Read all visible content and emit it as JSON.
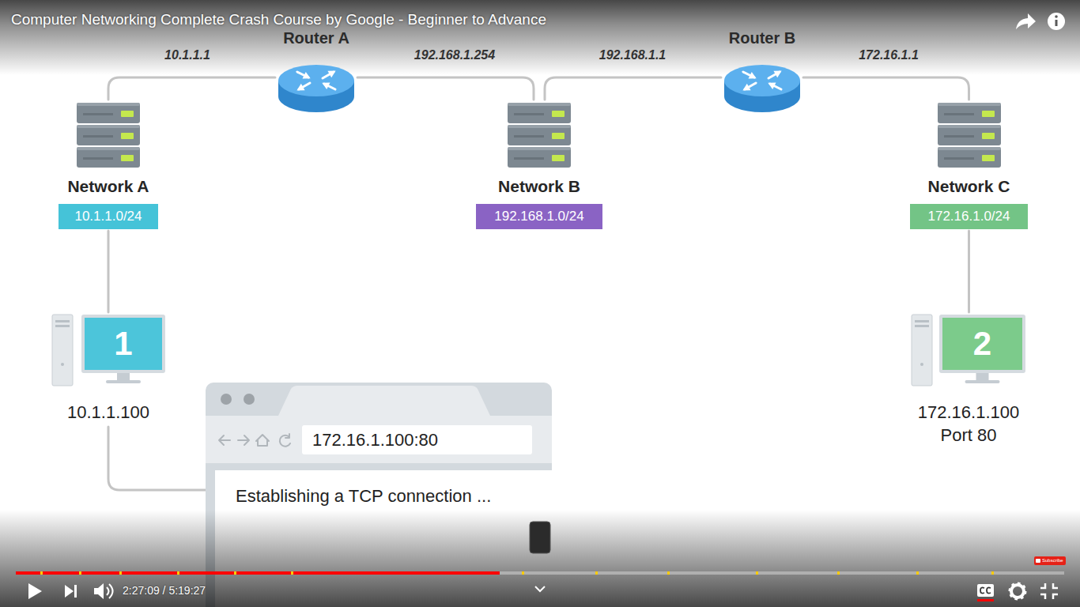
{
  "diagram": {
    "title": "Computer Networking Complete Crash Course by Google - Beginner to Advance",
    "nodes": [
      {
        "text": [
          "Router A"
        ]
      },
      {
        "text": [
          "Router B"
        ]
      },
      {
        "text": [
          "Network A",
          "10.1.1.0/24"
        ]
      },
      {
        "text": [
          "Network B",
          "192.168.1.0/24"
        ]
      },
      {
        "text": [
          "Network C",
          "172.16.1.0/24"
        ]
      },
      {
        "text": [
          "1",
          "10.1.1.100"
        ]
      },
      {
        "text": [
          "2",
          "172.16.1.100",
          "Port 80"
        ]
      },
      {
        "text": [
          "172.16.1.100:80",
          "Establishing a TCP connection ..."
        ]
      }
    ],
    "edges": [
      {
        "from": 2,
        "to": 0,
        "arrow": "none",
        "label": "10.1.1.1"
      },
      {
        "from": 0,
        "to": 3,
        "arrow": "none",
        "label": "192.168.1.254"
      },
      {
        "from": 3,
        "to": 1,
        "arrow": "none",
        "label": "192.168.1.1"
      },
      {
        "from": 1,
        "to": 4,
        "arrow": "none",
        "label": "172.16.1.1"
      },
      {
        "from": 2,
        "to": 5,
        "arrow": "none"
      },
      {
        "from": 4,
        "to": 6,
        "arrow": "none"
      },
      {
        "from": 5,
        "to": 7,
        "arrow": "none"
      }
    ],
    "labels": [
      "2:27:09 / 5:19:27",
      "Subscribe"
    ]
  }
}
